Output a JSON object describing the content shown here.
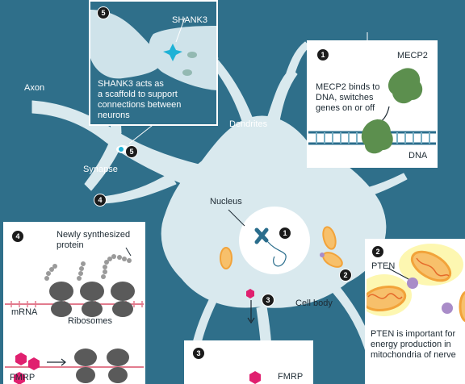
{
  "labels": {
    "axon": "Axon",
    "dendrites": "Dendrites",
    "synapse": "Synapse",
    "nucleus": "Nucleus",
    "cell_body": "Cell body"
  },
  "markers": [
    "1",
    "2",
    "3",
    "4",
    "5"
  ],
  "panel_1": {
    "number": "1",
    "protein": "MECP2",
    "caption": [
      "MECP2 binds to",
      "DNA, switches",
      "genes on or off"
    ],
    "dna": "DNA"
  },
  "panel_2": {
    "number": "2",
    "protein": "PTEN",
    "caption": [
      "PTEN is important for",
      "energy production in",
      "mitochondria of nerve"
    ]
  },
  "panel_3": {
    "number": "3",
    "protein": "FMRP"
  },
  "panel_4": {
    "number": "4",
    "protein_label": [
      "Newly synthesized",
      "protein"
    ],
    "mrna": "mRNA",
    "ribosomes": "Ribosomes",
    "fmrp": "FMRP"
  },
  "panel_5": {
    "number": "5",
    "protein": "SHANK3",
    "caption": [
      "SHANK3 acts as",
      "a scaffold to support",
      "connections between",
      "neurons"
    ]
  },
  "colors": {
    "background": "#2f6f8a",
    "neuron": "#d9e9ee",
    "panel_bg": "#dbe9ee",
    "mecp2_green": "#5c8f4e",
    "fmrp_pink": "#e0206f",
    "pten_purple": "#a98cc8",
    "mito_orange": "#f2a33a",
    "shank3_cyan": "#1fb2d6",
    "ribosome_gray": "#5a5a5a"
  }
}
